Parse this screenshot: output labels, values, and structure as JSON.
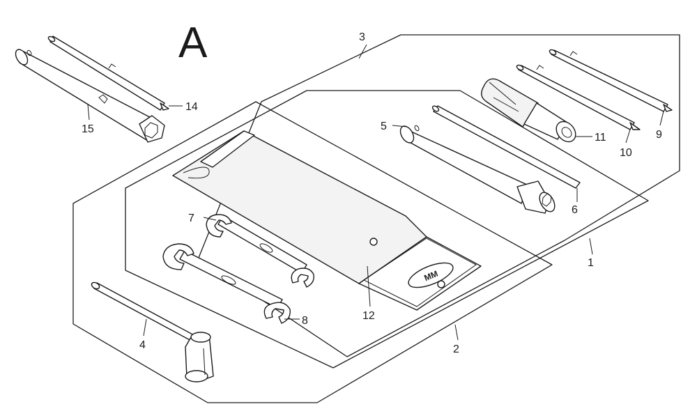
{
  "diagram": {
    "view_label": "A",
    "callouts": {
      "c1": "1",
      "c2": "2",
      "c3": "3",
      "c4": "4",
      "c5": "5",
      "c6": "6",
      "c7": "7",
      "c8": "8",
      "c9": "9",
      "c10": "10",
      "c11": "11",
      "c12": "12",
      "c14": "14",
      "c15": "15"
    },
    "colors": {
      "line": "#1a1a1a",
      "background": "#ffffff"
    }
  }
}
